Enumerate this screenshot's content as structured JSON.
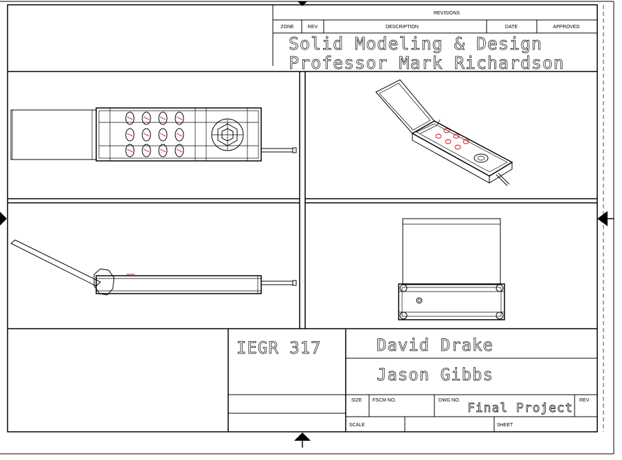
{
  "revisions": {
    "title": "REVISIONS",
    "columns": [
      "ZONE",
      "REV",
      "DESCRIPTION",
      "DATE",
      "APPROVED"
    ]
  },
  "header": {
    "course_line": "Solid Modeling & Design",
    "professor_line": "Professor Mark Richardson"
  },
  "title_block": {
    "course_code": "IEGR 317",
    "author_1": "David Drake",
    "author_2": "Jason Gibbs",
    "size_label": "SIZE",
    "fscm_label": "FSCM NO.",
    "dwg_label": "DWG NO.",
    "dwg_value": "Final Project",
    "rev_label": "REV",
    "scale_label": "SCALE",
    "sheet_label": "SHEET"
  },
  "colors": {
    "line": "#000000",
    "key_marks": "#d00000",
    "background": "#ffffff"
  }
}
